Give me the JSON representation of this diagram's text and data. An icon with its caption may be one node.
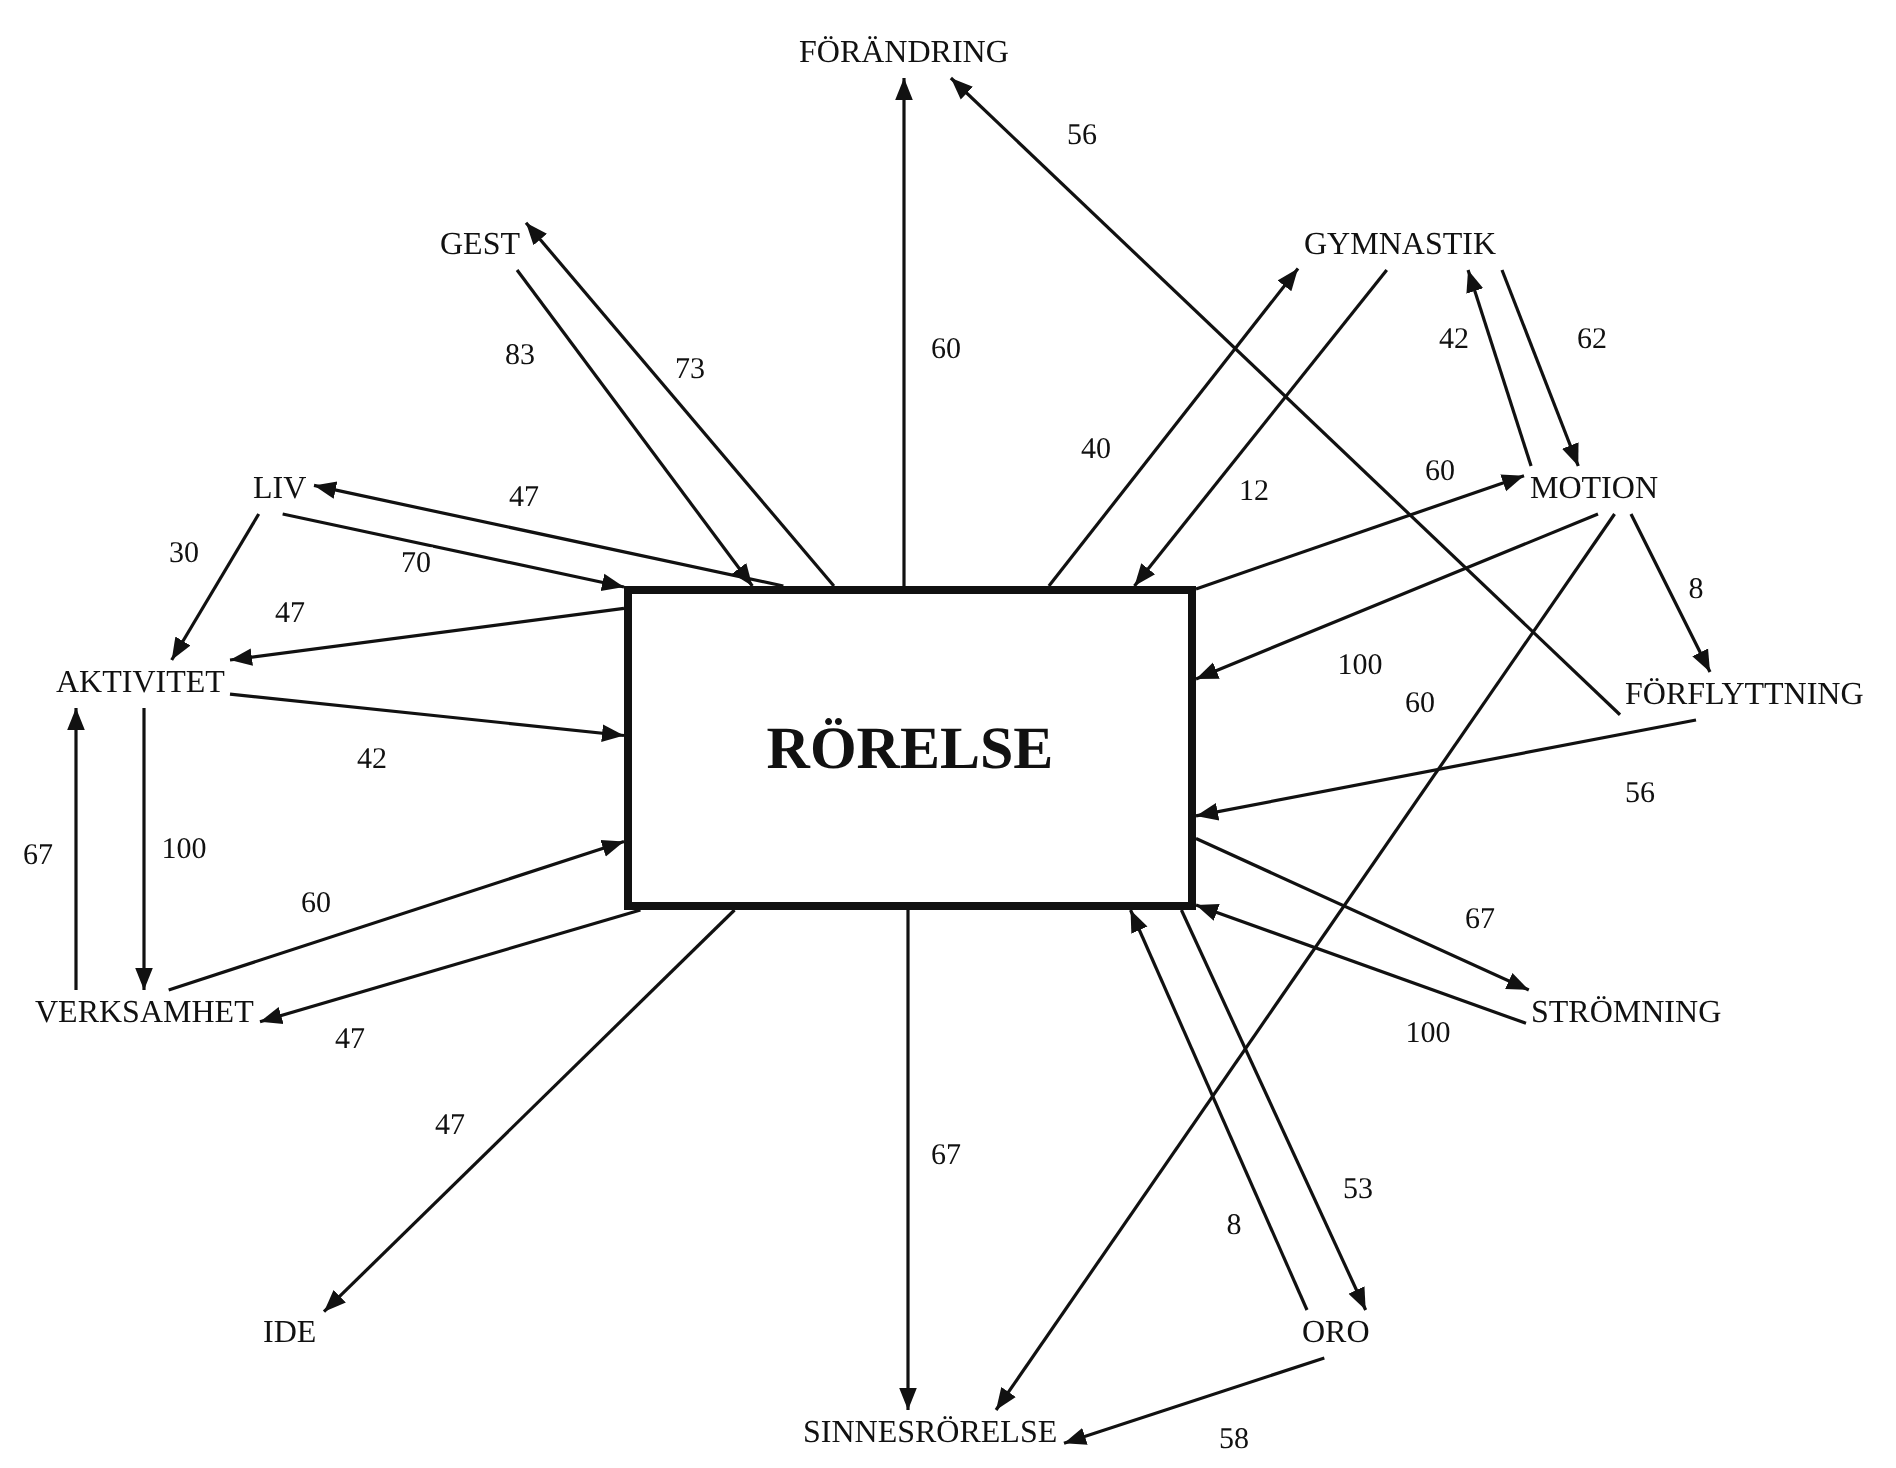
{
  "diagram": {
    "nodes": [
      {
        "text": [
          "RÖRELSE"
        ]
      },
      {
        "text": [
          "FÖRÄNDRING"
        ]
      },
      {
        "text": [
          "GEST"
        ]
      },
      {
        "text": [
          "GYMNASTIK"
        ]
      },
      {
        "text": [
          "LIV"
        ]
      },
      {
        "text": [
          "MOTION"
        ]
      },
      {
        "text": [
          "AKTIVITET"
        ]
      },
      {
        "text": [
          "FÖRFLYTTNING"
        ]
      },
      {
        "text": [
          "VERKSAMHET"
        ]
      },
      {
        "text": [
          "STRÖMNING"
        ]
      },
      {
        "text": [
          "IDE"
        ]
      },
      {
        "text": [
          "ORO"
        ]
      },
      {
        "text": [
          "SINNESRÖRELSE"
        ]
      }
    ],
    "edges": [
      {
        "from": 0,
        "to": 1,
        "arrow": "to",
        "label": "60"
      },
      {
        "from": 7,
        "to": 1,
        "arrow": "to",
        "label": "56"
      },
      {
        "from": 0,
        "to": 2,
        "arrow": "to",
        "label": "73"
      },
      {
        "from": 2,
        "to": 0,
        "arrow": "to",
        "label": "83"
      },
      {
        "from": 0,
        "to": 3,
        "arrow": "to",
        "label": "40"
      },
      {
        "from": 3,
        "to": 0,
        "arrow": "to",
        "label": "12"
      },
      {
        "from": 5,
        "to": 3,
        "arrow": "to",
        "label": "42"
      },
      {
        "from": 3,
        "to": 5,
        "arrow": "to",
        "label": "62"
      },
      {
        "from": 0,
        "to": 4,
        "arrow": "to",
        "label": "47"
      },
      {
        "from": 4,
        "to": 0,
        "arrow": "to",
        "label": "70"
      },
      {
        "from": 0,
        "to": 6,
        "arrow": "to",
        "label": "47"
      },
      {
        "from": 4,
        "to": 6,
        "arrow": "to",
        "label": "30"
      },
      {
        "from": 6,
        "to": 0,
        "arrow": "to",
        "label": "42"
      },
      {
        "from": 0,
        "to": 5,
        "arrow": "to",
        "label": "60"
      },
      {
        "from": 5,
        "to": 0,
        "arrow": "to",
        "label": "100"
      },
      {
        "from": 5,
        "to": 12,
        "arrow": "to",
        "label": "60"
      },
      {
        "from": 5,
        "to": 7,
        "arrow": "to",
        "label": "8"
      },
      {
        "from": 7,
        "to": 0,
        "arrow": "to",
        "label": "56"
      },
      {
        "from": 6,
        "to": 8,
        "arrow": "to",
        "label": "100"
      },
      {
        "from": 8,
        "to": 6,
        "arrow": "to",
        "label": "67"
      },
      {
        "from": 8,
        "to": 0,
        "arrow": "to",
        "label": "60"
      },
      {
        "from": 0,
        "to": 8,
        "arrow": "to",
        "label": "47"
      },
      {
        "from": 0,
        "to": 10,
        "arrow": "to",
        "label": "47"
      },
      {
        "from": 0,
        "to": 12,
        "arrow": "to",
        "label": "67"
      },
      {
        "from": 0,
        "to": 9,
        "arrow": "to",
        "label": "67"
      },
      {
        "from": 9,
        "to": 0,
        "arrow": "to",
        "label": "100"
      },
      {
        "from": 11,
        "to": 0,
        "arrow": "to",
        "label": "8"
      },
      {
        "from": 0,
        "to": 11,
        "arrow": "to",
        "label": "53"
      },
      {
        "from": 11,
        "to": 12,
        "arrow": "to",
        "label": "58"
      }
    ]
  }
}
